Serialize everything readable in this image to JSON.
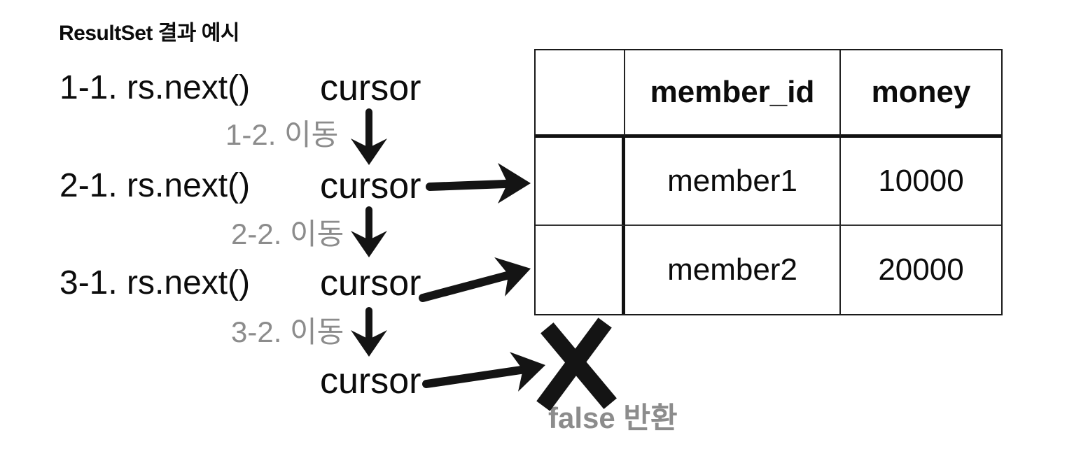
{
  "title": "ResultSet 결과 예시",
  "colors": {
    "ink": "#0c0c0c",
    "gray_text": "#8c8c8c",
    "table_border": "#1a1a1a",
    "background": "#ffffff"
  },
  "steps": [
    {
      "call_label": "1-1. rs.next()",
      "cursor_label": "cursor",
      "move_label": "1-2. 이동"
    },
    {
      "call_label": "2-1. rs.next()",
      "cursor_label": "cursor",
      "move_label": "2-2. 이동"
    },
    {
      "call_label": "3-1. rs.next()",
      "cursor_label": "cursor",
      "move_label": "3-2. 이동"
    }
  ],
  "final": {
    "cursor_label": "cursor",
    "result_label": "false 반환"
  },
  "result_table": {
    "columns": [
      "",
      "member_id",
      "money"
    ],
    "rows": [
      {
        "pointer": "",
        "member_id": "member1",
        "money": "10000"
      },
      {
        "pointer": "",
        "member_id": "member2",
        "money": "20000"
      }
    ]
  }
}
